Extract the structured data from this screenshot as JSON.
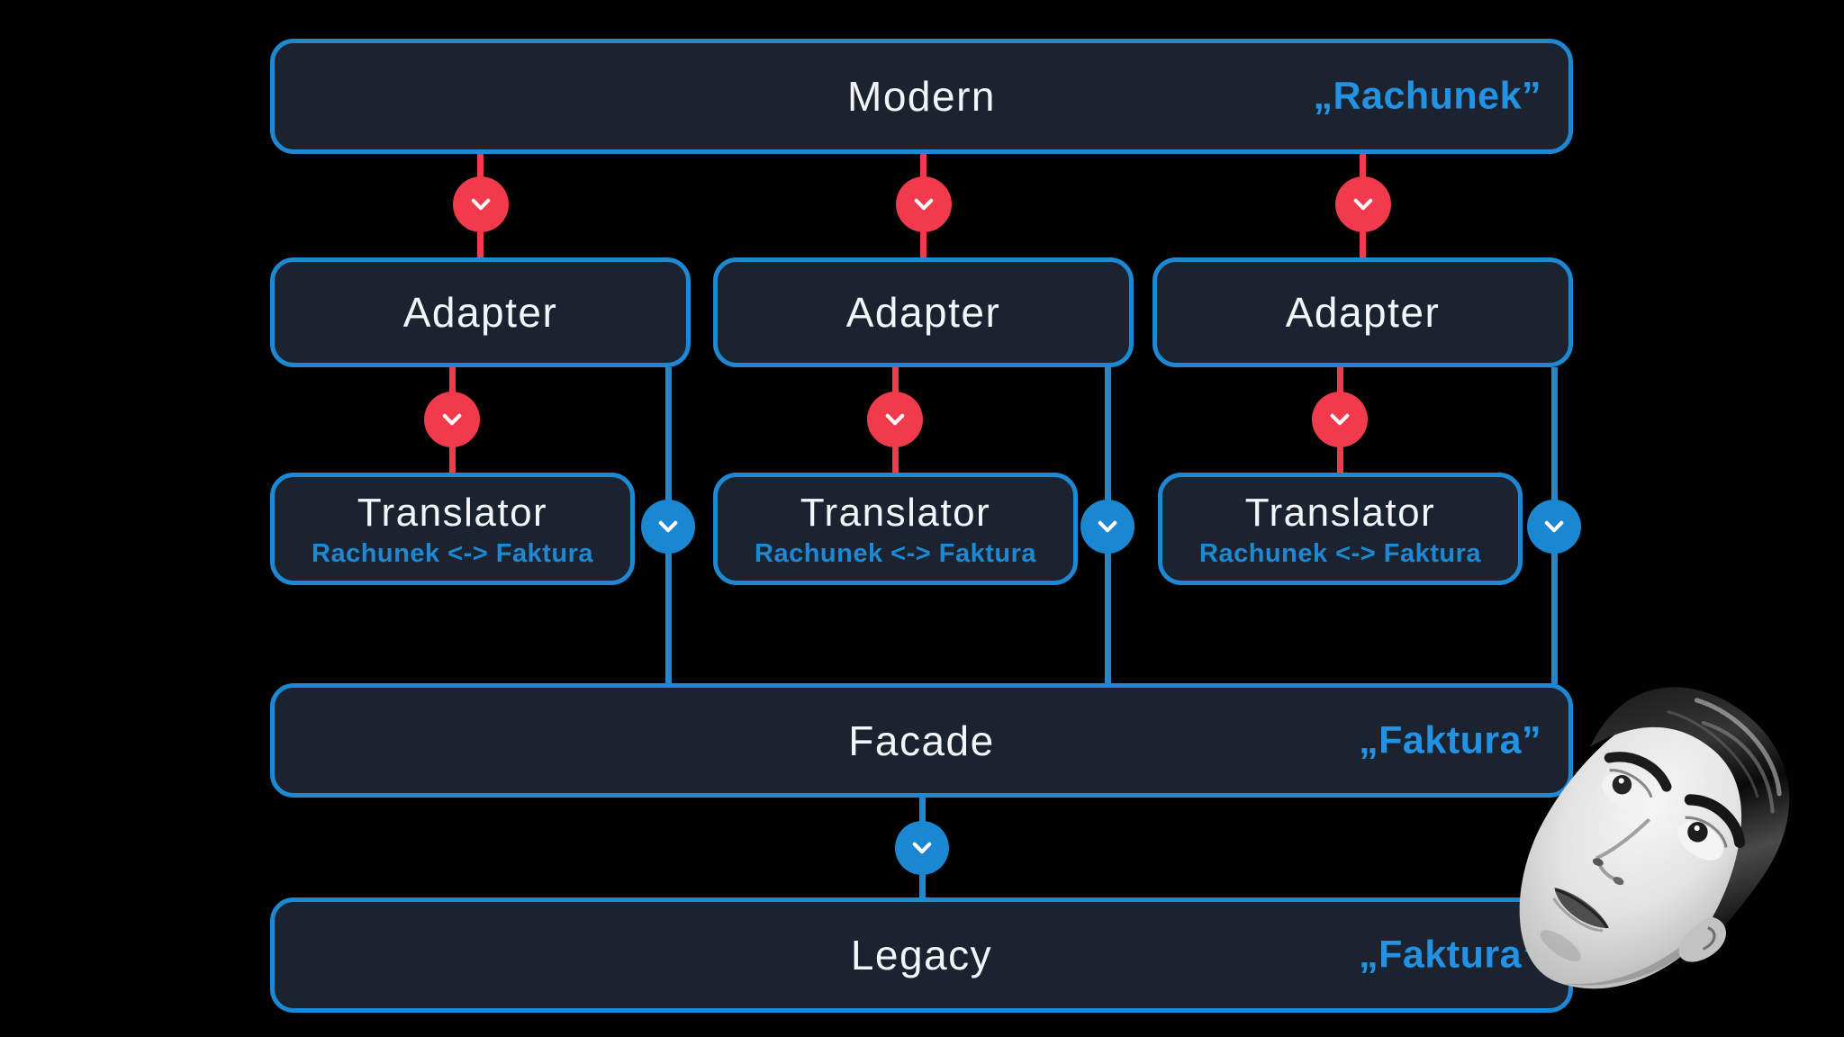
{
  "colors": {
    "background": "#010102",
    "node_fill": "#1b2330",
    "node_border": "#1e88d3",
    "accent_blue_text": "#2492e2",
    "accent_red": "#f23a4d",
    "connector_blue": "#1b87d0",
    "text_primary": "#f3f5f8"
  },
  "nodes": {
    "modern": {
      "label": "Modern",
      "tag": "„Rachunek”"
    },
    "adapters": [
      {
        "label": "Adapter"
      },
      {
        "label": "Adapter"
      },
      {
        "label": "Adapter"
      }
    ],
    "translators": [
      {
        "label": "Translator",
        "mapping": "Rachunek <-> Faktura"
      },
      {
        "label": "Translator",
        "mapping": "Rachunek <-> Faktura"
      },
      {
        "label": "Translator",
        "mapping": "Rachunek <-> Faktura"
      }
    ],
    "facade": {
      "label": "Facade",
      "tag": "„Faktura”"
    },
    "legacy": {
      "label": "Legacy",
      "tag": "„Faktura”"
    }
  }
}
